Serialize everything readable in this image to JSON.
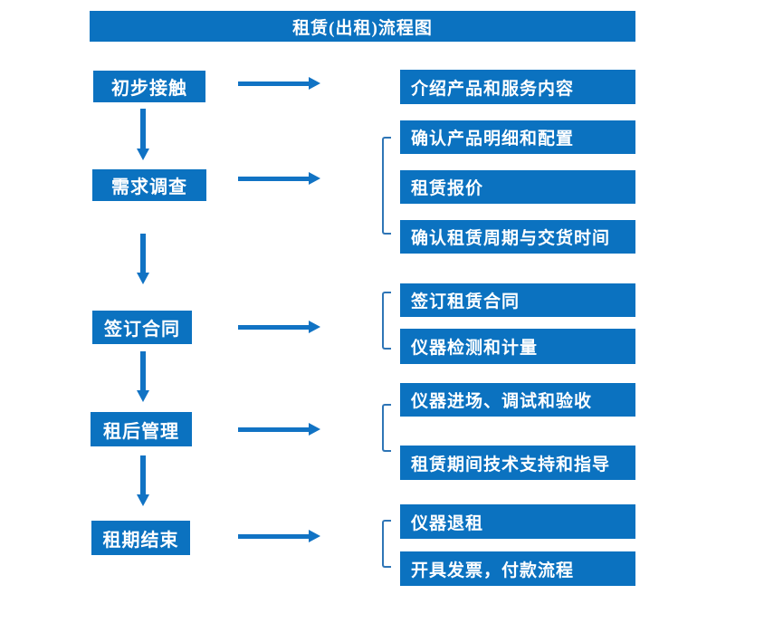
{
  "title": "租赁(出租)流程图",
  "flow": {
    "steps": [
      {
        "label": "初步接触",
        "details": [
          "介绍产品和服务内容"
        ]
      },
      {
        "label": "需求调查",
        "details": [
          "确认产品明细和配置",
          "租赁报价",
          "确认租赁周期与交货时间"
        ]
      },
      {
        "label": "签订合同",
        "details": [
          "签订租赁合同",
          "仪器检测和计量"
        ]
      },
      {
        "label": "租后管理",
        "details": [
          "仪器进场、调试和验收",
          "租赁期间技术支持和指导"
        ]
      },
      {
        "label": "租期结束",
        "details": [
          "仪器退租",
          "开具发票，付款流程"
        ]
      }
    ]
  },
  "icons": {
    "arrow_right": "right-arrow-shape",
    "arrow_down": "down-arrow-shape",
    "group_bracket": "left-square-bracket-shape"
  },
  "colors": {
    "box_blue": "#0b72c0",
    "arrow_blue": "#1173c4",
    "bracket_blue": "#2e75b6",
    "text_white": "#ffffff",
    "background": "#ffffff"
  }
}
